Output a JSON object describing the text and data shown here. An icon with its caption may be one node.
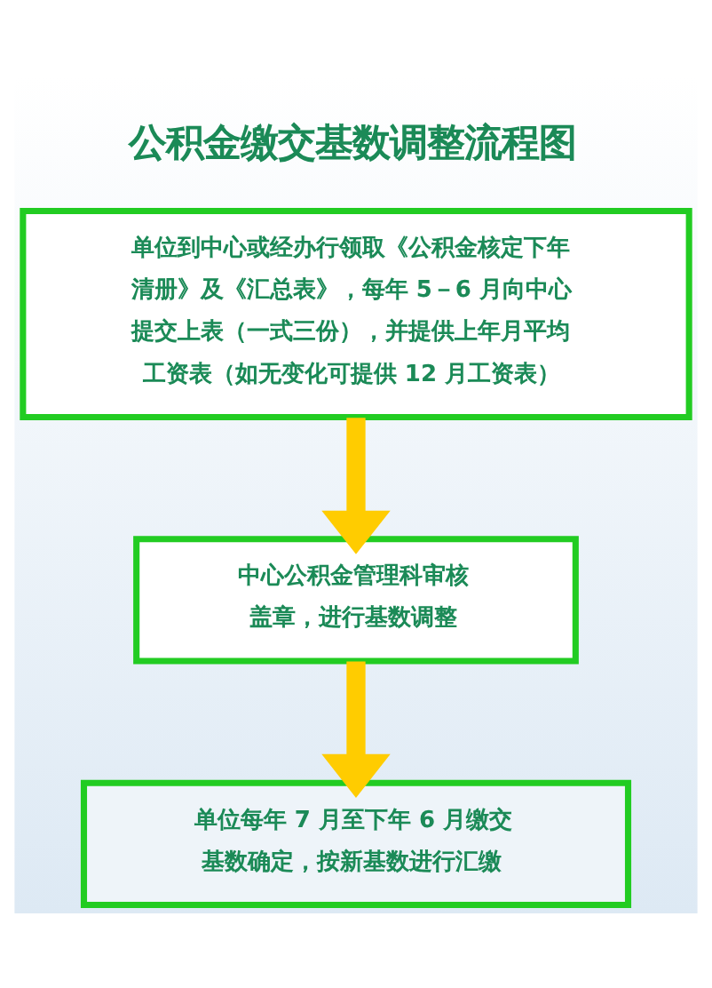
{
  "diagram": {
    "title": "公积金缴交基数调整流程图",
    "nodes": [
      {
        "text": [
          "单位到中心或经办行领取《公积金核定下年清册》及《汇总表》，每年 5－6 月向中心提交上表（一式三份），并提供上年月平均工资表（如无变化可提供 12 月工资表）"
        ]
      },
      {
        "text": [
          "中心公积金管理科审核盖章，进行基数调整"
        ]
      },
      {
        "text": [
          "单位每年 7 月至下年 6 月缴交基数确定，按新基数进行汇缴"
        ]
      }
    ],
    "edges": [
      {
        "from": 0,
        "to": 1,
        "arrow": "to",
        "color": "#ffcc00"
      },
      {
        "from": 1,
        "to": 2,
        "arrow": "to",
        "color": "#ffcc00"
      }
    ]
  }
}
